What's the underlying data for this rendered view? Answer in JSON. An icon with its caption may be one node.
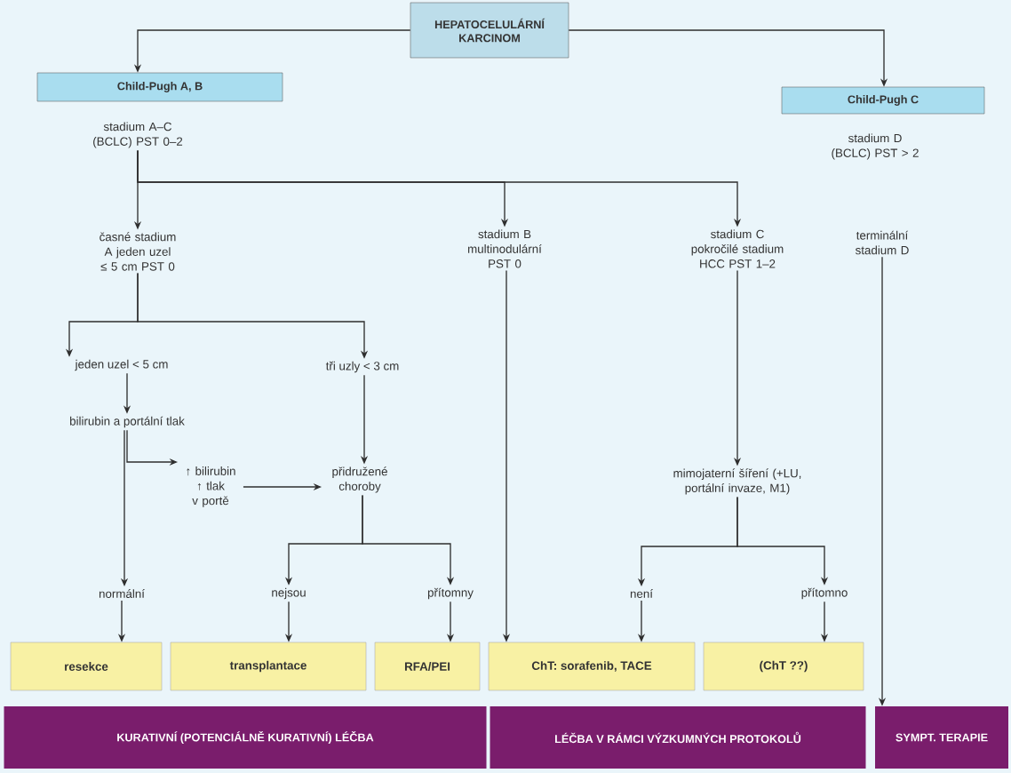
{
  "diagram": {
    "nodes": [
      {
        "text": [
          "HEPATOCELULÁRNÍ KARCINOM"
        ]
      },
      {
        "text": [
          "Child-Pugh A, B"
        ]
      },
      {
        "text": [
          "Child-Pugh C"
        ]
      },
      {
        "text": [
          "stadium A–C (BCLC) PST 0–2"
        ]
      },
      {
        "text": [
          "stadium D (BCLC) PST > 2"
        ]
      },
      {
        "text": [
          "časné stadium A jeden uzel ≤ 5 cm PST 0"
        ]
      },
      {
        "text": [
          "stadium B multinodulární PST 0"
        ]
      },
      {
        "text": [
          "stadium C pokročilé stadium HCC PST 1–2"
        ]
      },
      {
        "text": [
          "terminální stadium D"
        ]
      },
      {
        "text": [
          "jeden uzel < 5 cm"
        ]
      },
      {
        "text": [
          "tři uzly < 3 cm"
        ]
      },
      {
        "text": [
          "bilirubin a portální tlak"
        ]
      },
      {
        "text": [
          "↑ bilirubin ↑ tlak v portě"
        ]
      },
      {
        "text": [
          "přidružené choroby"
        ]
      },
      {
        "text": [
          "mimojaterní šíření (+LU, portální invaze, M1)"
        ]
      },
      {
        "text": [
          "normální"
        ]
      },
      {
        "text": [
          "nejsou"
        ]
      },
      {
        "text": [
          "přítomny"
        ]
      },
      {
        "text": [
          "není"
        ]
      },
      {
        "text": [
          "přítomno"
        ]
      },
      {
        "text": [
          "resekce"
        ]
      },
      {
        "text": [
          "transplantace"
        ]
      },
      {
        "text": [
          "RFA/PEI"
        ]
      },
      {
        "text": [
          "ChT: sorafenib, TACE"
        ]
      },
      {
        "text": [
          "(ChT ??)"
        ]
      },
      {
        "text": [
          "KURATIVNÍ (POTENCIÁLNĚ KURATIVNÍ) LÉČBA"
        ]
      },
      {
        "text": [
          "LÉČBA V RÁMCI VÝZKUMNÝCH PROTOKOLŮ"
        ]
      },
      {
        "text": [
          "SYMPT. TERAPIE"
        ]
      }
    ],
    "edges": [
      {
        "from": 0,
        "to": 1,
        "arrow": "to"
      },
      {
        "from": 0,
        "to": 2,
        "arrow": "to"
      },
      {
        "from": 3,
        "to": 5,
        "arrow": "to"
      },
      {
        "from": 3,
        "to": 6,
        "arrow": "to"
      },
      {
        "from": 3,
        "to": 7,
        "arrow": "to"
      },
      {
        "from": 5,
        "to": 9,
        "arrow": "to"
      },
      {
        "from": 5,
        "to": 10,
        "arrow": "to"
      },
      {
        "from": 9,
        "to": 11,
        "arrow": "to"
      },
      {
        "from": 11,
        "to": 12,
        "arrow": "to"
      },
      {
        "from": 11,
        "to": 15,
        "arrow": "to"
      },
      {
        "from": 12,
        "to": 13,
        "arrow": "to"
      },
      {
        "from": 10,
        "to": 13,
        "arrow": "to"
      },
      {
        "from": 13,
        "to": 16,
        "arrow": "to"
      },
      {
        "from": 13,
        "to": 17,
        "arrow": "to"
      },
      {
        "from": 15,
        "to": 20,
        "arrow": "to"
      },
      {
        "from": 16,
        "to": 21,
        "arrow": "to"
      },
      {
        "from": 17,
        "to": 22,
        "arrow": "to"
      },
      {
        "from": 6,
        "to": 23,
        "arrow": "to"
      },
      {
        "from": 7,
        "to": 14,
        "arrow": "to"
      },
      {
        "from": 14,
        "to": 18,
        "arrow": "to"
      },
      {
        "from": 14,
        "to": 19,
        "arrow": "to"
      },
      {
        "from": 18,
        "to": 23,
        "arrow": "to"
      },
      {
        "from": 19,
        "to": 24,
        "arrow": "to"
      },
      {
        "from": 8,
        "to": 27,
        "arrow": "to"
      }
    ]
  }
}
